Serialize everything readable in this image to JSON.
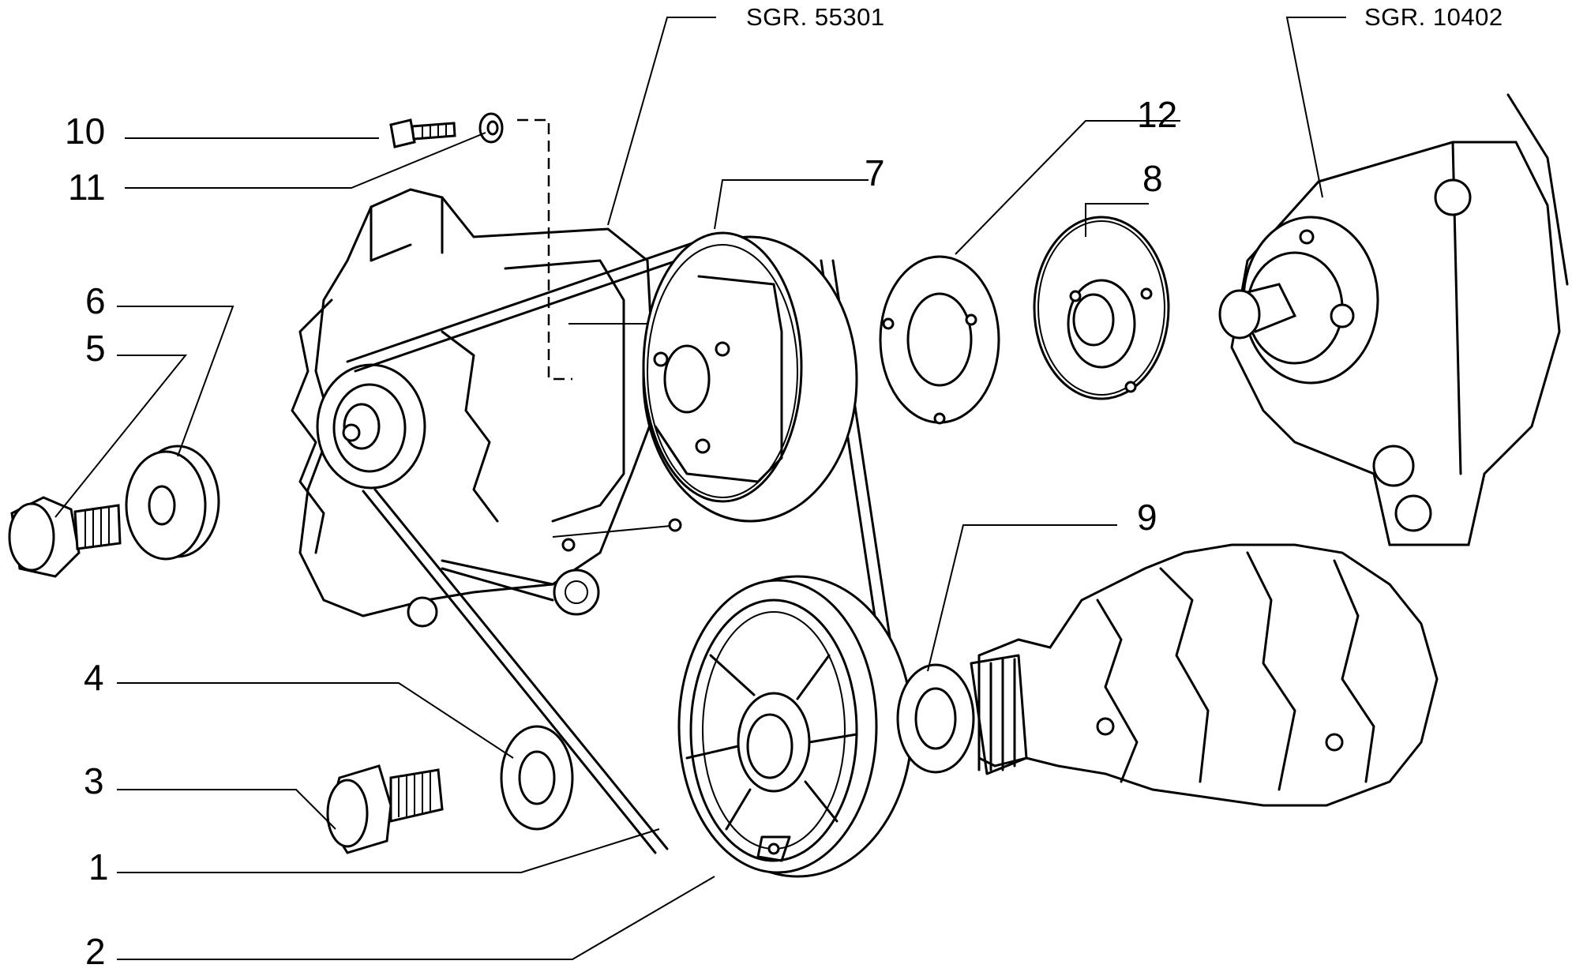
{
  "diagram": {
    "references": {
      "alternator_group": "SGR. 55301",
      "pump_group": "SGR. 10402"
    },
    "callouts": {
      "p1": "1",
      "p2": "2",
      "p3": "3",
      "p4": "4",
      "p5": "5",
      "p6": "6",
      "p7": "7",
      "p8": "8",
      "p9": "9",
      "p10": "10",
      "p11": "11",
      "p12": "12"
    },
    "colors": {
      "ink": "#000000",
      "paper": "#ffffff"
    }
  }
}
